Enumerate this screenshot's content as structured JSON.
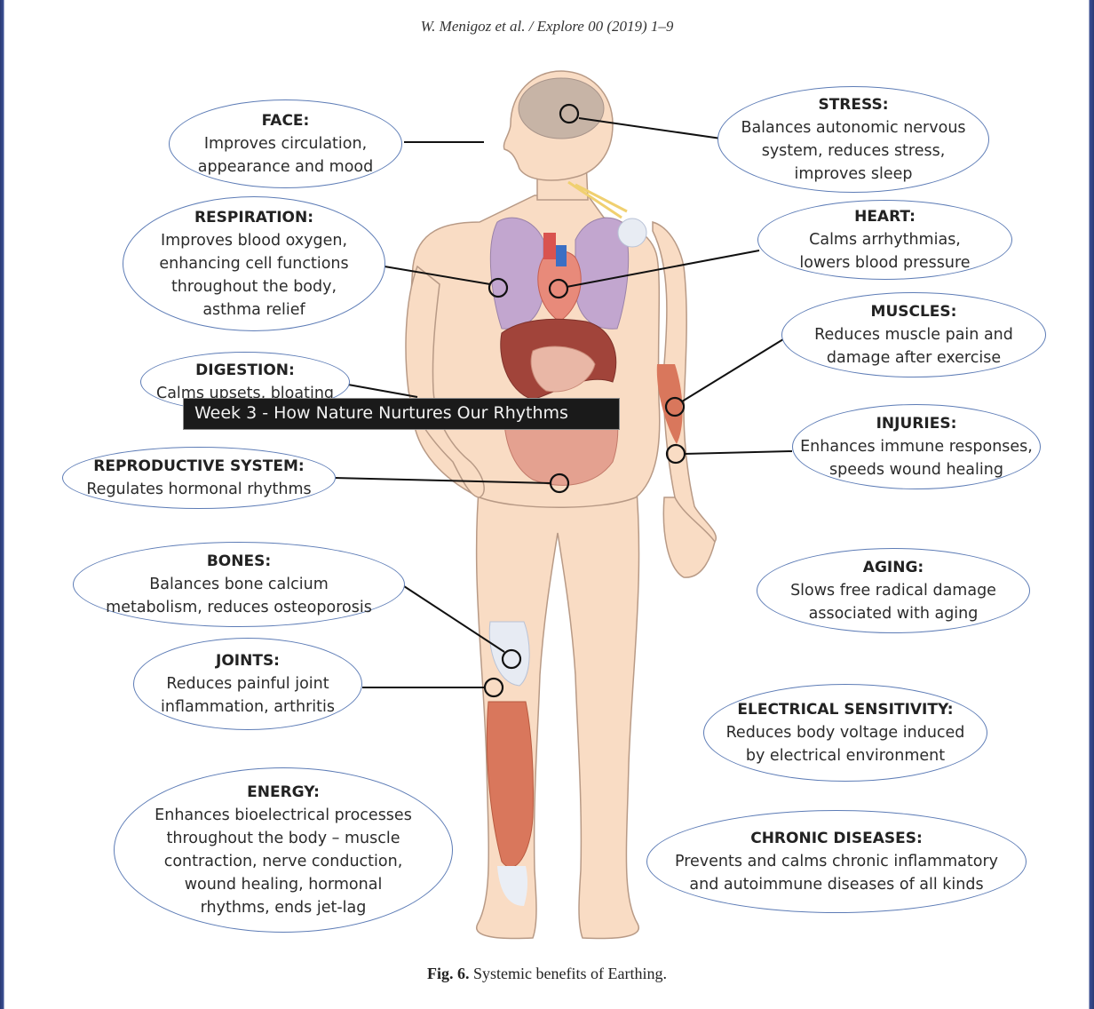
{
  "header": "W. Menigoz et al. / Explore 00 (2019) 1–9",
  "caption": {
    "label": "Fig. 6.",
    "text": " Systemic benefits of Earthing."
  },
  "video_overlay": "Week 3 - How Nature Nurtures Our Rhythms",
  "benefits": {
    "face": {
      "title": "FACE:",
      "desc": [
        "Improves circulation,",
        "appearance and mood"
      ]
    },
    "stress": {
      "title": "STRESS:",
      "desc": [
        "Balances autonomic nervous",
        "system, reduces stress,",
        "improves sleep"
      ]
    },
    "respiration": {
      "title": "RESPIRATION:",
      "desc": [
        "Improves blood oxygen,",
        "enhancing cell functions",
        "throughout the body,",
        "asthma relief"
      ]
    },
    "heart": {
      "title": "HEART:",
      "desc": [
        "Calms arrhythmias,",
        "lowers blood pressure"
      ]
    },
    "muscles": {
      "title": "MUSCLES:",
      "desc": [
        "Reduces muscle pain and",
        "damage after exercise"
      ]
    },
    "digestion": {
      "title": "DIGESTION:",
      "desc": [
        "Calms upsets, bloating"
      ]
    },
    "injuries": {
      "title": "INJURIES:",
      "desc": [
        "Enhances immune responses,",
        "speeds wound healing"
      ]
    },
    "reproductive": {
      "title": "REPRODUCTIVE SYSTEM:",
      "desc": [
        "Regulates hormonal rhythms"
      ]
    },
    "bones": {
      "title": "BONES:",
      "desc": [
        "Balances bone calcium",
        "metabolism, reduces osteoporosis"
      ]
    },
    "aging": {
      "title": "AGING:",
      "desc": [
        "Slows free radical damage",
        "associated with aging"
      ]
    },
    "joints": {
      "title": "JOINTS:",
      "desc": [
        "Reduces painful joint",
        "inflammation, arthritis"
      ]
    },
    "electrical": {
      "title": "ELECTRICAL SENSITIVITY:",
      "desc": [
        "Reduces body voltage induced",
        "by electrical environment"
      ]
    },
    "energy": {
      "title": "ENERGY:",
      "desc": [
        "Enhances bioelectrical processes",
        "throughout the body – muscle",
        "contraction, nerve conduction,",
        "wound healing, hormonal",
        "rhythms, ends jet-lag"
      ]
    },
    "chronic": {
      "title": "CHRONIC DISEASES:",
      "desc": [
        "Prevents and calms chronic inflammatory",
        "and autoimmune diseases of all kinds"
      ]
    }
  },
  "colors": {
    "ellipse_border": "#5d7cb6",
    "skin": "#f9dcc4",
    "lungs": "#c2a6cf",
    "heart": "#d9534f",
    "liver": "#a1443a",
    "muscle": "#d9775c"
  }
}
